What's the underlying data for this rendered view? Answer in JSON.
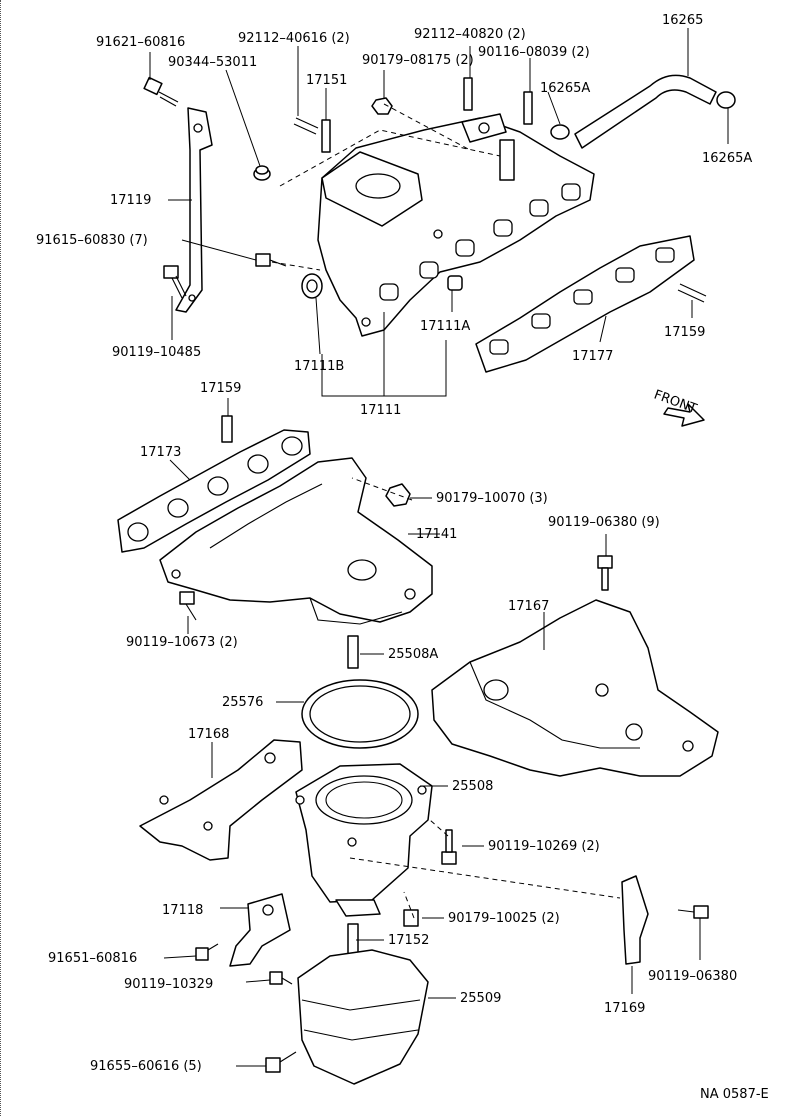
{
  "labels": {
    "p91621_60816": "91621–60816",
    "p90344_53011": "90344–53011",
    "p92112_40616": "92112–40616 (2)",
    "p17151": "17151",
    "p92112_40820": "92112–40820 (2)",
    "p90179_08175": "90179–08175 (2)",
    "p90116_08039": "90116–08039 (2)",
    "p16265": "16265",
    "p16265A_top": "16265A",
    "p16265A_right": "16265A",
    "p17119": "17119",
    "p91615_60830": "91615–60830 (7)",
    "p90119_10485": "90119–10485",
    "p17111B": "17111B",
    "p17111A": "17111A",
    "p17111": "17111",
    "p17177": "17177",
    "p17159_right": "17159",
    "front": "FRONT",
    "p17159_left": "17159",
    "p17173": "17173",
    "p90179_10070": "90179–10070 (3)",
    "p17141": "17141",
    "p90119_06380_9": "90119–06380 (9)",
    "p17167": "17167",
    "p90119_10673": "90119–10673 (2)",
    "p25508A": "25508A",
    "p25576": "25576",
    "p17168": "17168",
    "p25508": "25508",
    "p90119_10269": "90119–10269 (2)",
    "p17118": "17118",
    "p90179_10025": "90179–10025 (2)",
    "p91651_60816": "91651–60816",
    "p17152": "17152",
    "p90119_06380": "90119–06380",
    "p90119_10329": "90119–10329",
    "p25509": "25509",
    "p17169": "17169",
    "p91655_60616": "91655–60616 (5)",
    "figure_code": "NA 0587-E"
  }
}
